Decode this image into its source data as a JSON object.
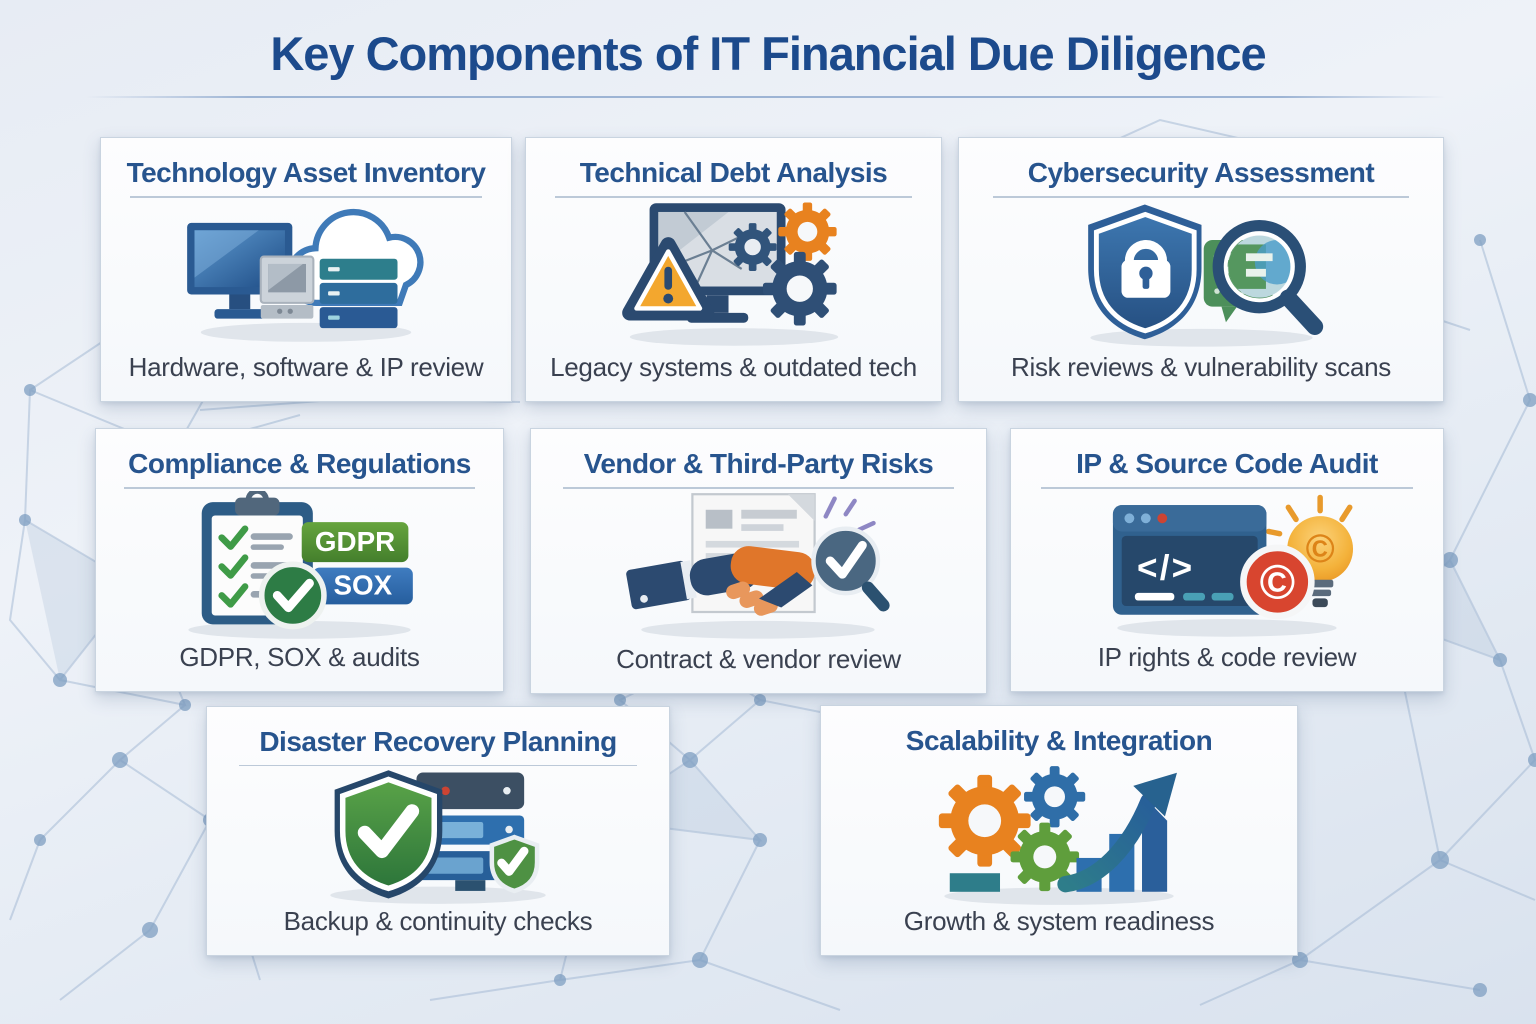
{
  "page": {
    "title": "Key Components of IT Financial Due Diligence"
  },
  "colors": {
    "heading": "#1c4a8c",
    "card_title": "#27548e",
    "caption": "#3a4150",
    "badge_gdpr_green": "#53983a",
    "badge_sox_blue": "#2e6cb0",
    "warning_amber": "#f0a42c",
    "alert_red": "#d8452f",
    "gear_orange": "#e8821f",
    "shield_green": "#3f8a3e",
    "navy": "#2b4a70"
  },
  "cards": [
    {
      "title": "Technology Asset Inventory",
      "caption": "Hardware, software & IP review",
      "icon": "computer-servers-cloud-icon"
    },
    {
      "title": "Technical Debt Analysis",
      "caption": "Legacy systems & outdated tech",
      "icon": "cracked-monitor-warning-gears-icon"
    },
    {
      "title": "Cybersecurity Assessment",
      "caption": "Risk reviews & vulnerability scans",
      "icon": "shield-lock-magnifier-icon"
    },
    {
      "title": "Compliance & Regulations",
      "caption": "GDPR, SOX & audits",
      "icon": "clipboard-checklist-badges-icon",
      "badges": [
        "GDPR",
        "SOX"
      ]
    },
    {
      "title": "Vendor & Third-Party Risks",
      "caption": "Contract & vendor review",
      "icon": "handshake-contract-check-icon"
    },
    {
      "title": "IP & Source Code Audit",
      "caption": "IP rights & code review",
      "icon": "code-window-copyright-bulb-icon",
      "code_text": "</>",
      "copyright": "©"
    },
    {
      "title": "Disaster Recovery Planning",
      "caption": "Backup & continuity checks",
      "icon": "shield-check-servers-icon"
    },
    {
      "title": "Scalability & Integration",
      "caption": "Growth & system readiness",
      "icon": "gears-growth-chart-icon"
    }
  ]
}
